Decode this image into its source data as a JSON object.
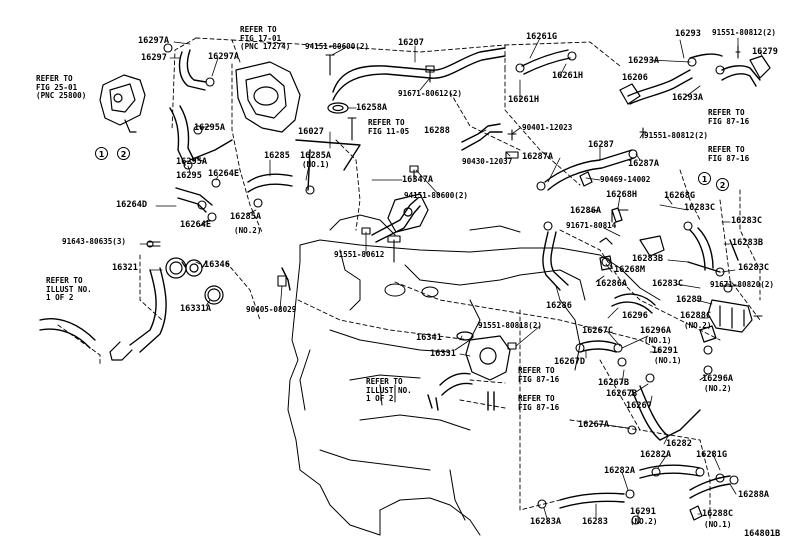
{
  "diagram_code": "164801B",
  "circle_refs": [
    "1",
    "2"
  ],
  "part_labels": {
    "p16297A": "16297A",
    "p16297": "16297",
    "p16297A_2": "16297A",
    "p94151_80600_2a": "94151-80600(2)",
    "p16207": "16207",
    "p16261G": "16261G",
    "p16293": "16293",
    "p91551_80812_2a": "91551-80812(2)",
    "p16279": "16279",
    "p16293A_a": "16293A",
    "p16206": "16206",
    "p16261H_a": "16261H",
    "p16261H_b": "16261H",
    "p91671_80612_2": "91671-80612(2)",
    "p16293A_b": "16293A",
    "p16258A": "16258A",
    "p16295A_a": "16295A",
    "p16027": "16027",
    "p16288": "16288",
    "p90401_12023": "90401-12023",
    "p91551_80812_2b": "91551-80812(2)",
    "p16285": "16285",
    "p16285A_no1": "16285A",
    "no1_a": "(NO.1)",
    "p16295A_b": "16295A",
    "p90430_12037": "90430-12037",
    "p16287A_a": "16287A",
    "p16287": "16287",
    "p16287A_b": "16287A",
    "p16295": "16295",
    "p16264E_a": "16264E",
    "p16347A": "16347A",
    "p90469_14002": "90469-14002",
    "p94151_80600_2b": "94151-80600(2)",
    "p16268H": "16268H",
    "p16268G": "16268G",
    "p16283C_a": "16283C",
    "p16283C_b": "16283C",
    "p16264D": "16264D",
    "p16286A_a": "16286A",
    "p16285A_no2": "16285A",
    "no2_a": "(NO.2)",
    "p16264E_b": "16264E",
    "p91671_80814": "91671-80814",
    "p16283B_a": "16283B",
    "p91643_80635_3": "91643-80635(3)",
    "p91551_80612": "91551-80612",
    "p16346": "16346",
    "p16268M": "16268M",
    "p16283B_b": "16283B",
    "p16283C_c": "16283C",
    "p16321": "16321",
    "p16286A_b": "16286A",
    "p16283C_d": "16283C",
    "p91671_80820_2": "91671-80820(2)",
    "p16286": "16286",
    "p16289": "16289",
    "p16331A": "16331A",
    "p90405_08029": "90405-08029",
    "p16296": "16296",
    "p16288C_a": "16288C",
    "no2_b": "(NO.2)",
    "p91551_80818_2": "91551-80818(2)",
    "p16267C": "16267C",
    "p16296A_a": "16296A",
    "no1_b": "(NO.1)",
    "p16341": "16341",
    "p16291_a": "16291",
    "no1_c": "(NO.1)",
    "p16331": "16331",
    "p16267D": "16267D",
    "p16296A_b": "16296A",
    "no2_c": "(NO.2)",
    "p16267B_a": "16267B",
    "p16267B_b": "16267B",
    "p16267": "16267",
    "p16267A": "16267A",
    "p16282": "16282",
    "p16282A_a": "16282A",
    "p16281G": "16281G",
    "p16282A_b": "16282A",
    "p16288A": "16288A",
    "p16291_b": "16291",
    "no2_d": "(NO.2)",
    "p16288C_b": "16288C",
    "no1_d": "(NO.1)",
    "p16283A": "16283A",
    "p16283": "16283"
  },
  "refer_notes": {
    "fig17_01": "REFER TO\nFIG 17-01\n(PNC 17274)",
    "fig25_01": "REFER TO\nFIG 25-01\n(PNC 25800)",
    "fig11_05": "REFER TO\nFIG 11-05",
    "fig87_16_a": "REFER TO\nFIG 87-16",
    "fig87_16_b": "REFER TO\nFIG 87-16",
    "illust_left": "REFER TO\nILLUST NO.\n1 OF 2",
    "illust_center": "REFER TO\nILLUST NO.\n1 OF 2",
    "fig87_16_c": "REFER TO\nFIG 87-16",
    "fig87_16_d": "REFER TO\nFIG 87-16"
  }
}
